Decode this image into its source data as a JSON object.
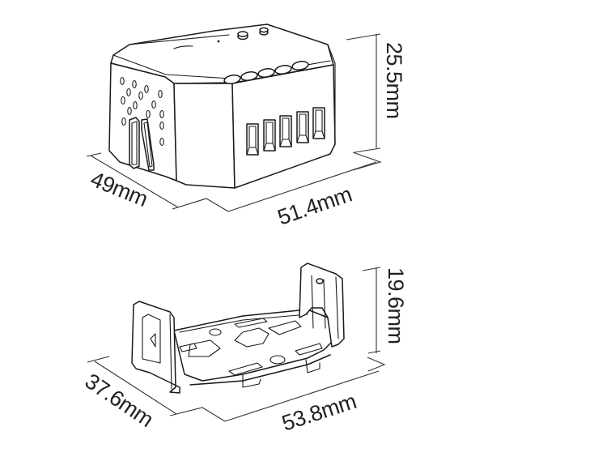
{
  "figure": {
    "type": "product-dimension-drawing",
    "colors": {
      "line": "#1a1a1a",
      "dimension_line": "#333333",
      "text": "#222222",
      "background": "#ffffff"
    }
  },
  "module": {
    "name": "switch-module",
    "dimensions": {
      "height": "25.5mm",
      "depth": "49mm",
      "width": "51.4mm"
    },
    "features": {
      "top_buttons": 2,
      "top_screw_holes": 5,
      "front_terminals": 5,
      "side_vent_holes": 15,
      "side_clips": 2
    }
  },
  "bracket": {
    "name": "mounting-bracket",
    "dimensions": {
      "height": "19.6mm",
      "depth": "37.6mm",
      "width": "53.8mm"
    }
  }
}
